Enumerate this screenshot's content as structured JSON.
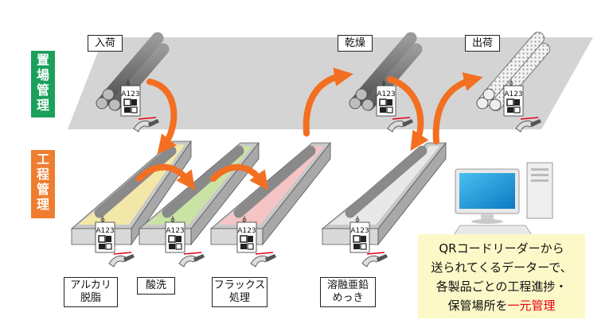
{
  "sections": {
    "storage": "置場管理",
    "process": "工程管理"
  },
  "storage_labels": {
    "arrival": "入荷",
    "drying": "乾燥",
    "shipping": "出荷"
  },
  "process_labels": {
    "alkali_1": "アルカリ",
    "alkali_2": "脱脂",
    "pickling": "酸洗",
    "flux_1": "フラックス",
    "flux_2": "処理",
    "galv_1": "溶融亜鉛",
    "galv_2": "めっき"
  },
  "tag_code": "A123",
  "note": {
    "line1": "QRコードリーダーから",
    "line2": "送られてくるデーターで、",
    "line3": "各製品ごとの工程進捗・",
    "line4_prefix": "保管場所を",
    "line4_highlight": "一元管理"
  },
  "colors": {
    "storage_green": "#1aa05a",
    "process_orange": "#ef7d2f",
    "arrow_orange": "#f36f21",
    "highlight_red": "#e60012",
    "note_bg": "#fdf8c8",
    "bath_alkali": "#f3e7a8",
    "bath_pickling": "#c9e3a5",
    "bath_flux": "#f5c4c4"
  }
}
